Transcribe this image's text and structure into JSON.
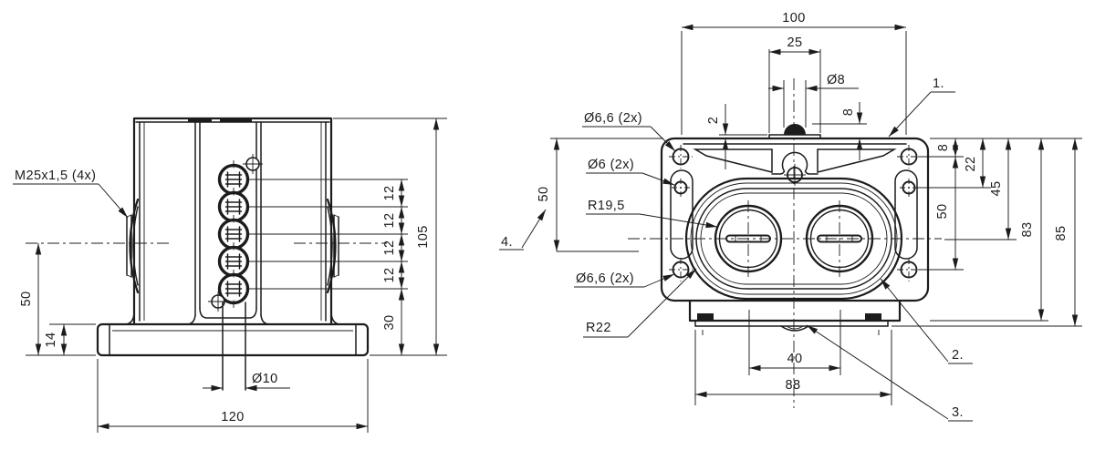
{
  "title": "Two-view technical drawing of terminal enclosure",
  "colors": {
    "ink": "#1c1c1c",
    "paper": "#ffffff"
  },
  "front_view": {
    "gland_label": "M25x1,5 (4x)",
    "dim_50": "50",
    "dim_14": "14",
    "dim_120": "120",
    "dim_slot": "Ø10",
    "dim_105": "105",
    "dim_30": "30",
    "pitch": [
      "12",
      "12",
      "12",
      "12"
    ]
  },
  "top_view": {
    "dim_100": "100",
    "dim_25": "25",
    "dim_knob": "Ø8",
    "dim_8_top": "8",
    "dim_2": "2",
    "dim_8_right": "8",
    "dim_22": "22",
    "dim_45": "45",
    "dim_50_right": "50",
    "dim_83": "83",
    "dim_85": "85",
    "dim_50_left": "50",
    "dim_40": "40",
    "dim_88": "88",
    "label_holes_top": "Ø6,6 (2x)",
    "label_holes_side": "Ø6 (2x)",
    "label_r195": "R19,5",
    "label_holes_bottom": "Ø6,6 (2x)",
    "label_r22": "R22",
    "callout_1": "1.",
    "callout_2": "2.",
    "callout_3": "3.",
    "callout_4": "4."
  }
}
